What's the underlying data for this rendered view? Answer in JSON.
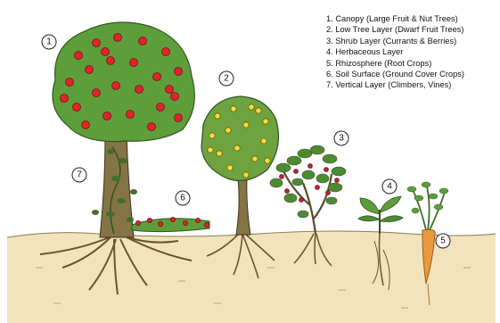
{
  "legend": {
    "items": [
      "1. Canopy (Large Fruit & Nut Trees)",
      "2. Low Tree Layer (Dwarf Fruit Trees)",
      "3. Shrub Layer (Currants & Berries)",
      "4. Herbaceous Layer",
      "5. Rhizosphere (Root Crops)",
      "6. Soil Surface (Ground Cover Crops)",
      "7. Vertical Layer (Climbers, Vines)"
    ]
  },
  "markers": [
    "1",
    "2",
    "3",
    "4",
    "5",
    "6",
    "7"
  ],
  "colors": {
    "soil": "#f3e3bd",
    "root": "#6b5428",
    "trunk": "#857445",
    "foliage": "#5d9e3a",
    "dark_foliage": "#3f6f2a",
    "apple": "#e0242b",
    "fruit_yellow": "#f2dd3c",
    "berry": "#c2213b",
    "carrot": "#e89a3c"
  }
}
